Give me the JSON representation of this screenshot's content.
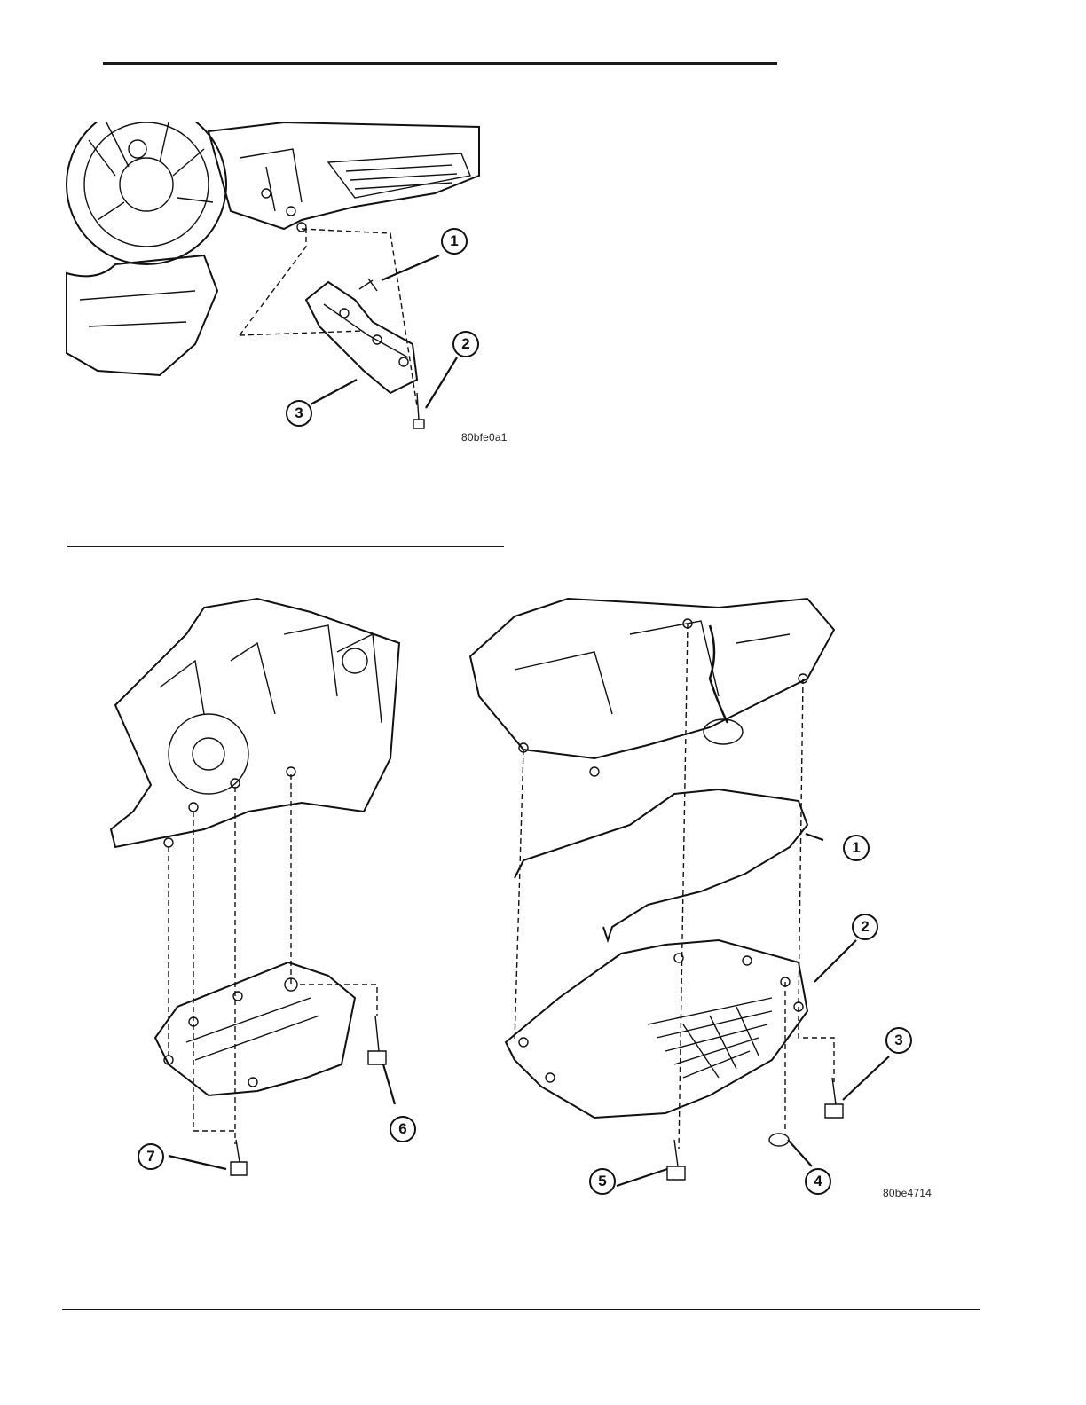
{
  "figures": [
    {
      "id": "80bfe0a1",
      "callouts": [
        "1",
        "2",
        "3"
      ]
    },
    {
      "id": "80be4714",
      "callouts": [
        "1",
        "2",
        "3",
        "4",
        "5",
        "6",
        "7"
      ]
    }
  ]
}
